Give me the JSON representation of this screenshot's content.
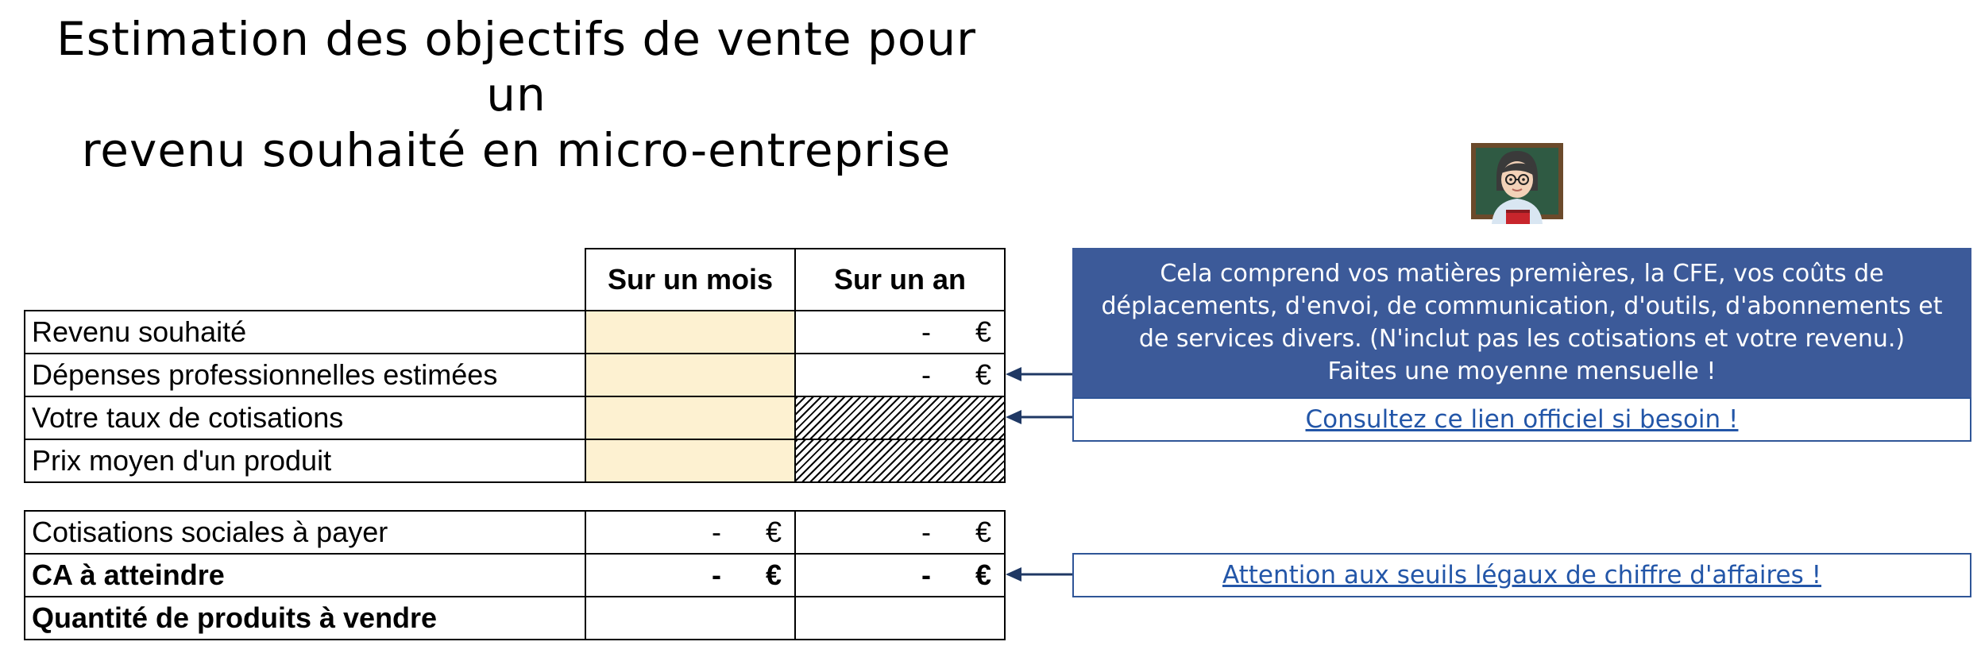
{
  "title": {
    "line1": "Estimation des objectifs de vente pour un",
    "line2": "revenu souhaité en micro-entreprise"
  },
  "table": {
    "headers": [
      "Sur un mois",
      "Sur un an"
    ],
    "rows": [
      {
        "label": "Revenu souhaité",
        "month": "",
        "year": "-",
        "year_currency": "€"
      },
      {
        "label": "Dépenses professionnelles estimées",
        "month": "",
        "year": "-",
        "year_currency": "€"
      },
      {
        "label": "Votre taux de cotisations",
        "month": "",
        "year": ""
      },
      {
        "label": "Prix moyen d'un produit",
        "month": "",
        "year": ""
      }
    ],
    "results": [
      {
        "label": "Cotisations sociales à payer",
        "month": "-",
        "month_currency": "€",
        "year": "-",
        "year_currency": "€"
      },
      {
        "label": "CA à atteindre",
        "month": "-",
        "month_currency": "€",
        "year": "-",
        "year_currency": "€"
      },
      {
        "label": "Quantité de produits à vendre",
        "month": "",
        "year": ""
      }
    ]
  },
  "info_box": {
    "lines": [
      "Cela comprend vos matières premières, la CFE, vos coûts de",
      "déplacements, d'envoi, de communication, d'outils, d'abonnements et",
      "de services divers.  (N'inclut pas les cotisations et votre revenu.)",
      "Faites une moyenne mensuelle !"
    ]
  },
  "links": {
    "official": "Consultez ce lien officiel si besoin !",
    "thresholds": "Attention aux seuils légaux de chiffre d'affaires !"
  },
  "icons": {
    "avatar": "teacher-emoji",
    "arrow": "arrow-left-icon"
  },
  "colors": {
    "input_fill": "#fdf1d1",
    "info_box_bg": "#3c5a99",
    "link": "#2356a8",
    "arrow": "#1f3864"
  }
}
